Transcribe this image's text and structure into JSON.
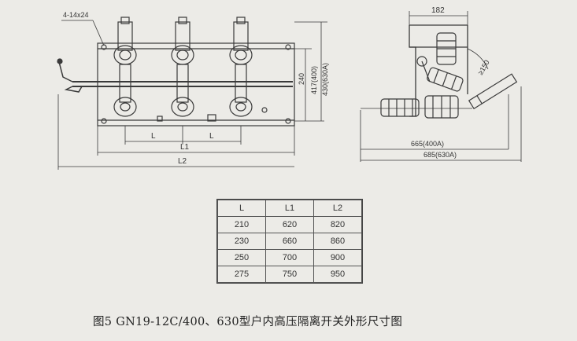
{
  "front_view": {
    "hole_spec": "4-14x24",
    "height_dim": "240",
    "overall_height_400": "417(400)",
    "overall_height_630": "430(630A)",
    "dim_L_left": "L",
    "dim_L_right": "L",
    "dim_L1": "L1",
    "dim_L2": "L2"
  },
  "side_view": {
    "top_width": "182",
    "angle": "≥150",
    "length_400": "665(400A)",
    "length_630": "685(630A)"
  },
  "table": {
    "headers": [
      "L",
      "L1",
      "L2"
    ],
    "rows": [
      [
        "210",
        "620",
        "820"
      ],
      [
        "230",
        "660",
        "860"
      ],
      [
        "250",
        "700",
        "900"
      ],
      [
        "275",
        "750",
        "950"
      ]
    ]
  },
  "caption": "图5   GN19-12C/400、630型户内高压隔离开关外形尺寸图"
}
